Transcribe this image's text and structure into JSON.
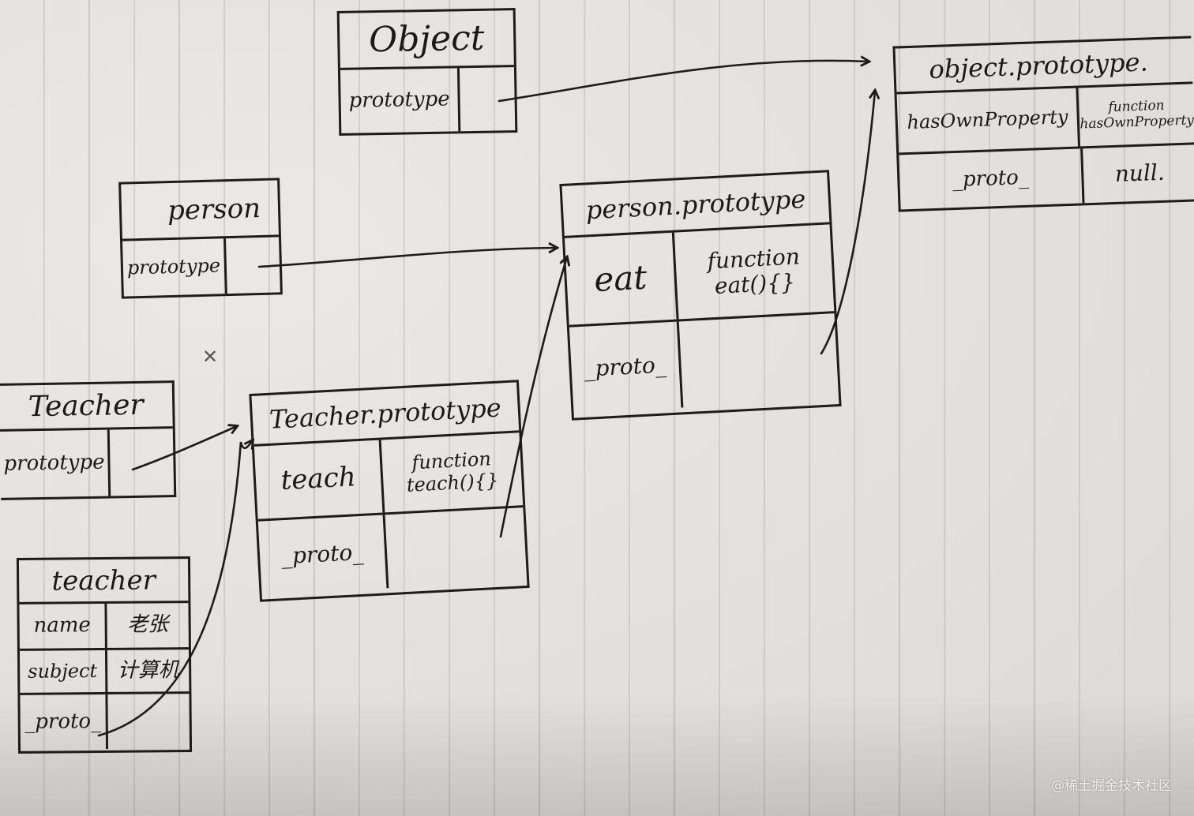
{
  "boxes": {
    "object": {
      "title": "Object",
      "prototype_label": "prototype"
    },
    "object_prototype": {
      "title": "object.prototype.",
      "method_name": "hasOwnProperty",
      "method_value": "function\nhasOwnProperty",
      "proto_label": "_proto_",
      "proto_value": "null."
    },
    "person": {
      "title": "person",
      "prototype_label": "prototype"
    },
    "person_prototype": {
      "title": "person.prototype",
      "method_name": "eat",
      "method_value": "function\neat(){}",
      "proto_label": "_proto_"
    },
    "teacher_ctor": {
      "title": "Teacher",
      "prototype_label": "prototype"
    },
    "teacher_prototype": {
      "title": "Teacher.prototype",
      "method_name": "teach",
      "method_value": "function\nteach(){}",
      "proto_label": "_proto_"
    },
    "teacher_instance": {
      "title": "teacher",
      "name_label": "name",
      "name_value": "老张",
      "subject_label": "subject",
      "subject_value": "计算机",
      "proto_label": "_proto_"
    }
  },
  "watermark": "@稀土掘金技术社区",
  "colors": {
    "ink": "#1c1c1c",
    "paper": "#e4e2df"
  }
}
